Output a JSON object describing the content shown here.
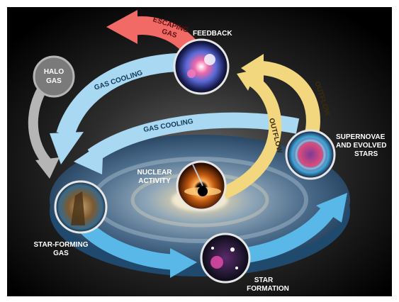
{
  "labels": {
    "escaping_gas_1": "ESCAPING",
    "escaping_gas_2": "GAS",
    "feedback": "FEEDBACK",
    "halo_gas_1": "HALO",
    "halo_gas_2": "GAS",
    "gas_cooling_outer": "GAS COOLING",
    "gas_cooling_inner": "GAS COOLING",
    "outflow_outer": "OUTFLOW",
    "outflow_inner": "OUTFLOW",
    "supernovae_1": "SUPERNOVAE",
    "supernovae_2": "AND EVOLVED",
    "supernovae_3": "STARS",
    "nuclear_1": "NUCLEAR",
    "nuclear_2": "ACTIVITY",
    "star_forming_1": "STAR-FORMING",
    "star_forming_2": "GAS",
    "star_formation_1": "STAR",
    "star_formation_2": "FORMATION"
  },
  "icons": {
    "feedback": "feedback-nebula-icon",
    "supernovae": "supernova-remnant-icon",
    "nuclear": "black-hole-icon",
    "star_forming": "pillars-nebula-icon",
    "star_formation": "star-cluster-icon"
  },
  "colors": {
    "background": "#000000",
    "gas_cooling_arrow": "#a9d8f2",
    "outflow_arrow": "#f3d77f",
    "escaping_gas_arrow": "#f26a66",
    "halo_gas_arrow": "#b5b5b5",
    "cycle_arrow": "#5ab8e8",
    "disk_edge": "#1f4a6e"
  }
}
